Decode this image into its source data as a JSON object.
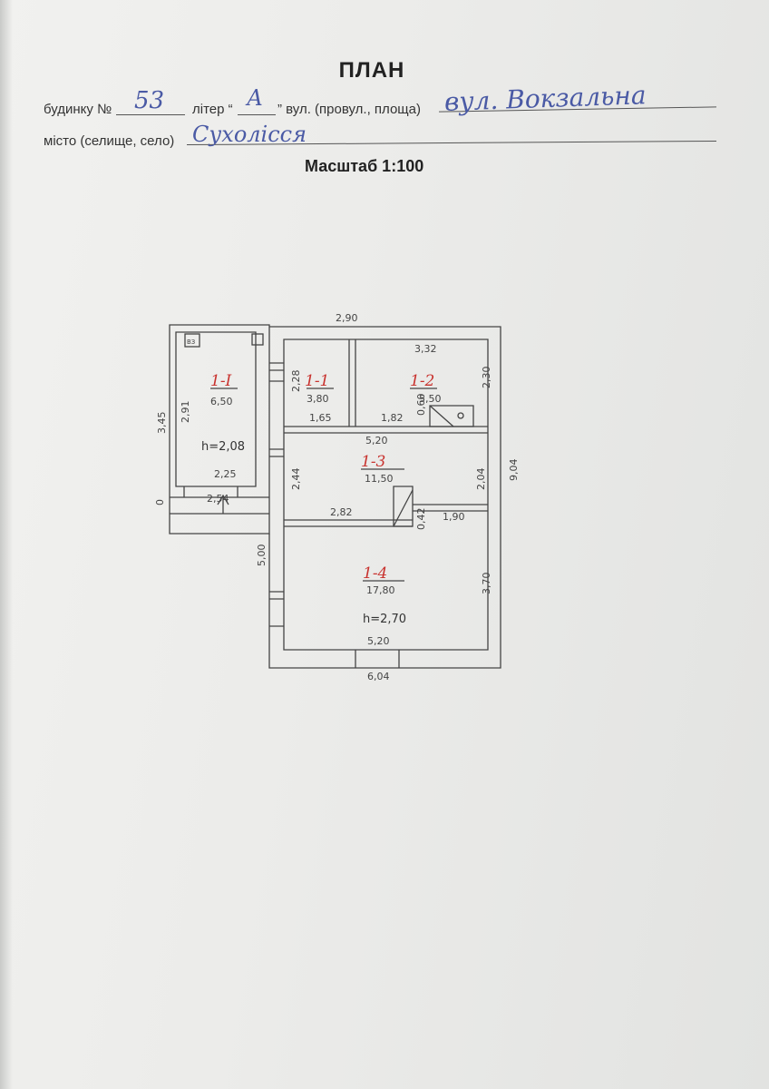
{
  "header": {
    "title": "ПЛАН",
    "house_label": "будинку №",
    "house_number": "53",
    "liter_label": "літер “",
    "liter_value": "А",
    "street_label": "” вул. (провул., площа)",
    "street_value": "вул. Вокзальна",
    "city_label": "місто (селище, село)",
    "city_value": "Сухолісся",
    "scale": "Масштаб  1:100"
  },
  "plan": {
    "dims": {
      "top_total": "2,90",
      "room2_width": "3,32",
      "right_upper": "2,30",
      "right_total": "9,04",
      "left_porch": "3,45",
      "porch_inner": "2,91",
      "room1_height": "2,28",
      "room1_width": "1,65",
      "room2_bottom": "1,82",
      "niche_small": "0,60",
      "corridor_width": "5,20",
      "corridor_left": "2,44",
      "corridor_right": "2,04",
      "porch_width": "2,25",
      "porch_outer": "2,54",
      "porch_step": "0",
      "corridor_bottom": "2,82",
      "wall_small": "0,42",
      "right_segment": "1,90",
      "left_lower": "5,00",
      "room4_height": "3,70",
      "room4_width": "5,20",
      "bottom_total": "6,04"
    },
    "rooms": [
      {
        "number": "1-1",
        "area": "3,80"
      },
      {
        "number": "1-2",
        "area": "5,50"
      },
      {
        "number": "1-3",
        "area": "11,50"
      },
      {
        "number": "1-4",
        "area": "17,80"
      },
      {
        "number": "1-I",
        "area": "6,50"
      }
    ],
    "heights": {
      "porch": "h=2,08",
      "main": "h=2,70"
    },
    "markers": {
      "corner_box": "ВЗ"
    }
  }
}
